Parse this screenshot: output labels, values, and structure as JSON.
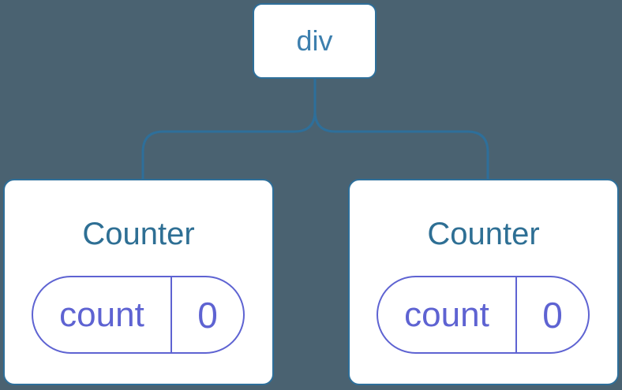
{
  "diagram": {
    "root": {
      "label": "div"
    },
    "children": [
      {
        "title": "Counter",
        "state": {
          "key": "count",
          "value": "0"
        }
      },
      {
        "title": "Counter",
        "state": {
          "key": "count",
          "value": "0"
        }
      }
    ]
  },
  "colors": {
    "background": "#4a6271",
    "line": "#2e6f9a",
    "root_label": "#3d7fae",
    "component_label": "#2e6f94",
    "state_accent": "#5e63d2",
    "card_bg": "#ffffff"
  }
}
